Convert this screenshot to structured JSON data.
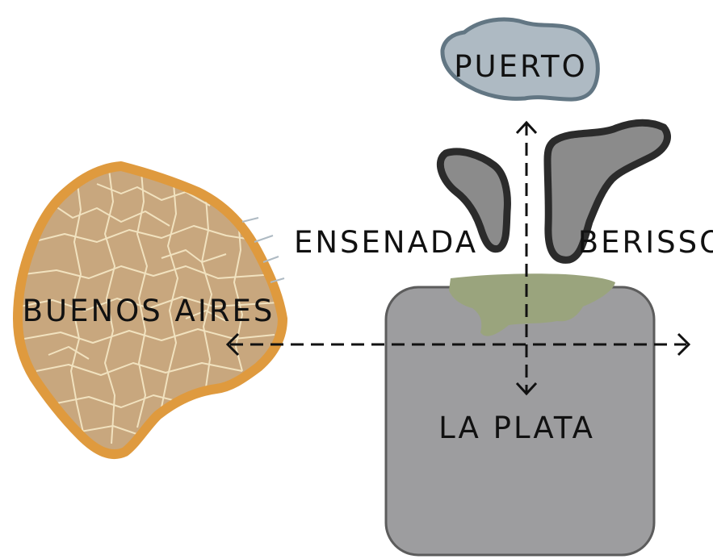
{
  "labels": {
    "puerto": "PUERTO",
    "ensenada": "ENSENADA",
    "berisso": "BERISSO",
    "buenos_aires": "BUENOS AIRES",
    "la_plata": "LA PLATA"
  },
  "colors": {
    "background": "#ffffff",
    "buenos_aires_fill": "#c8a77e",
    "buenos_aires_outline": "#df9a3e",
    "buenos_aires_streets": "#f1e2bf",
    "puerto_fill": "#aebac3",
    "puerto_outline": "#627683",
    "ensenada_berisso_fill": "#8b8b8b",
    "ensenada_berisso_outline": "#2b2b2b",
    "la_plata_fill": "#9d9d9f",
    "la_plata_outline": "#5c5c5c",
    "green_zone_fill": "#9aa47d",
    "arrows": "#111111"
  }
}
